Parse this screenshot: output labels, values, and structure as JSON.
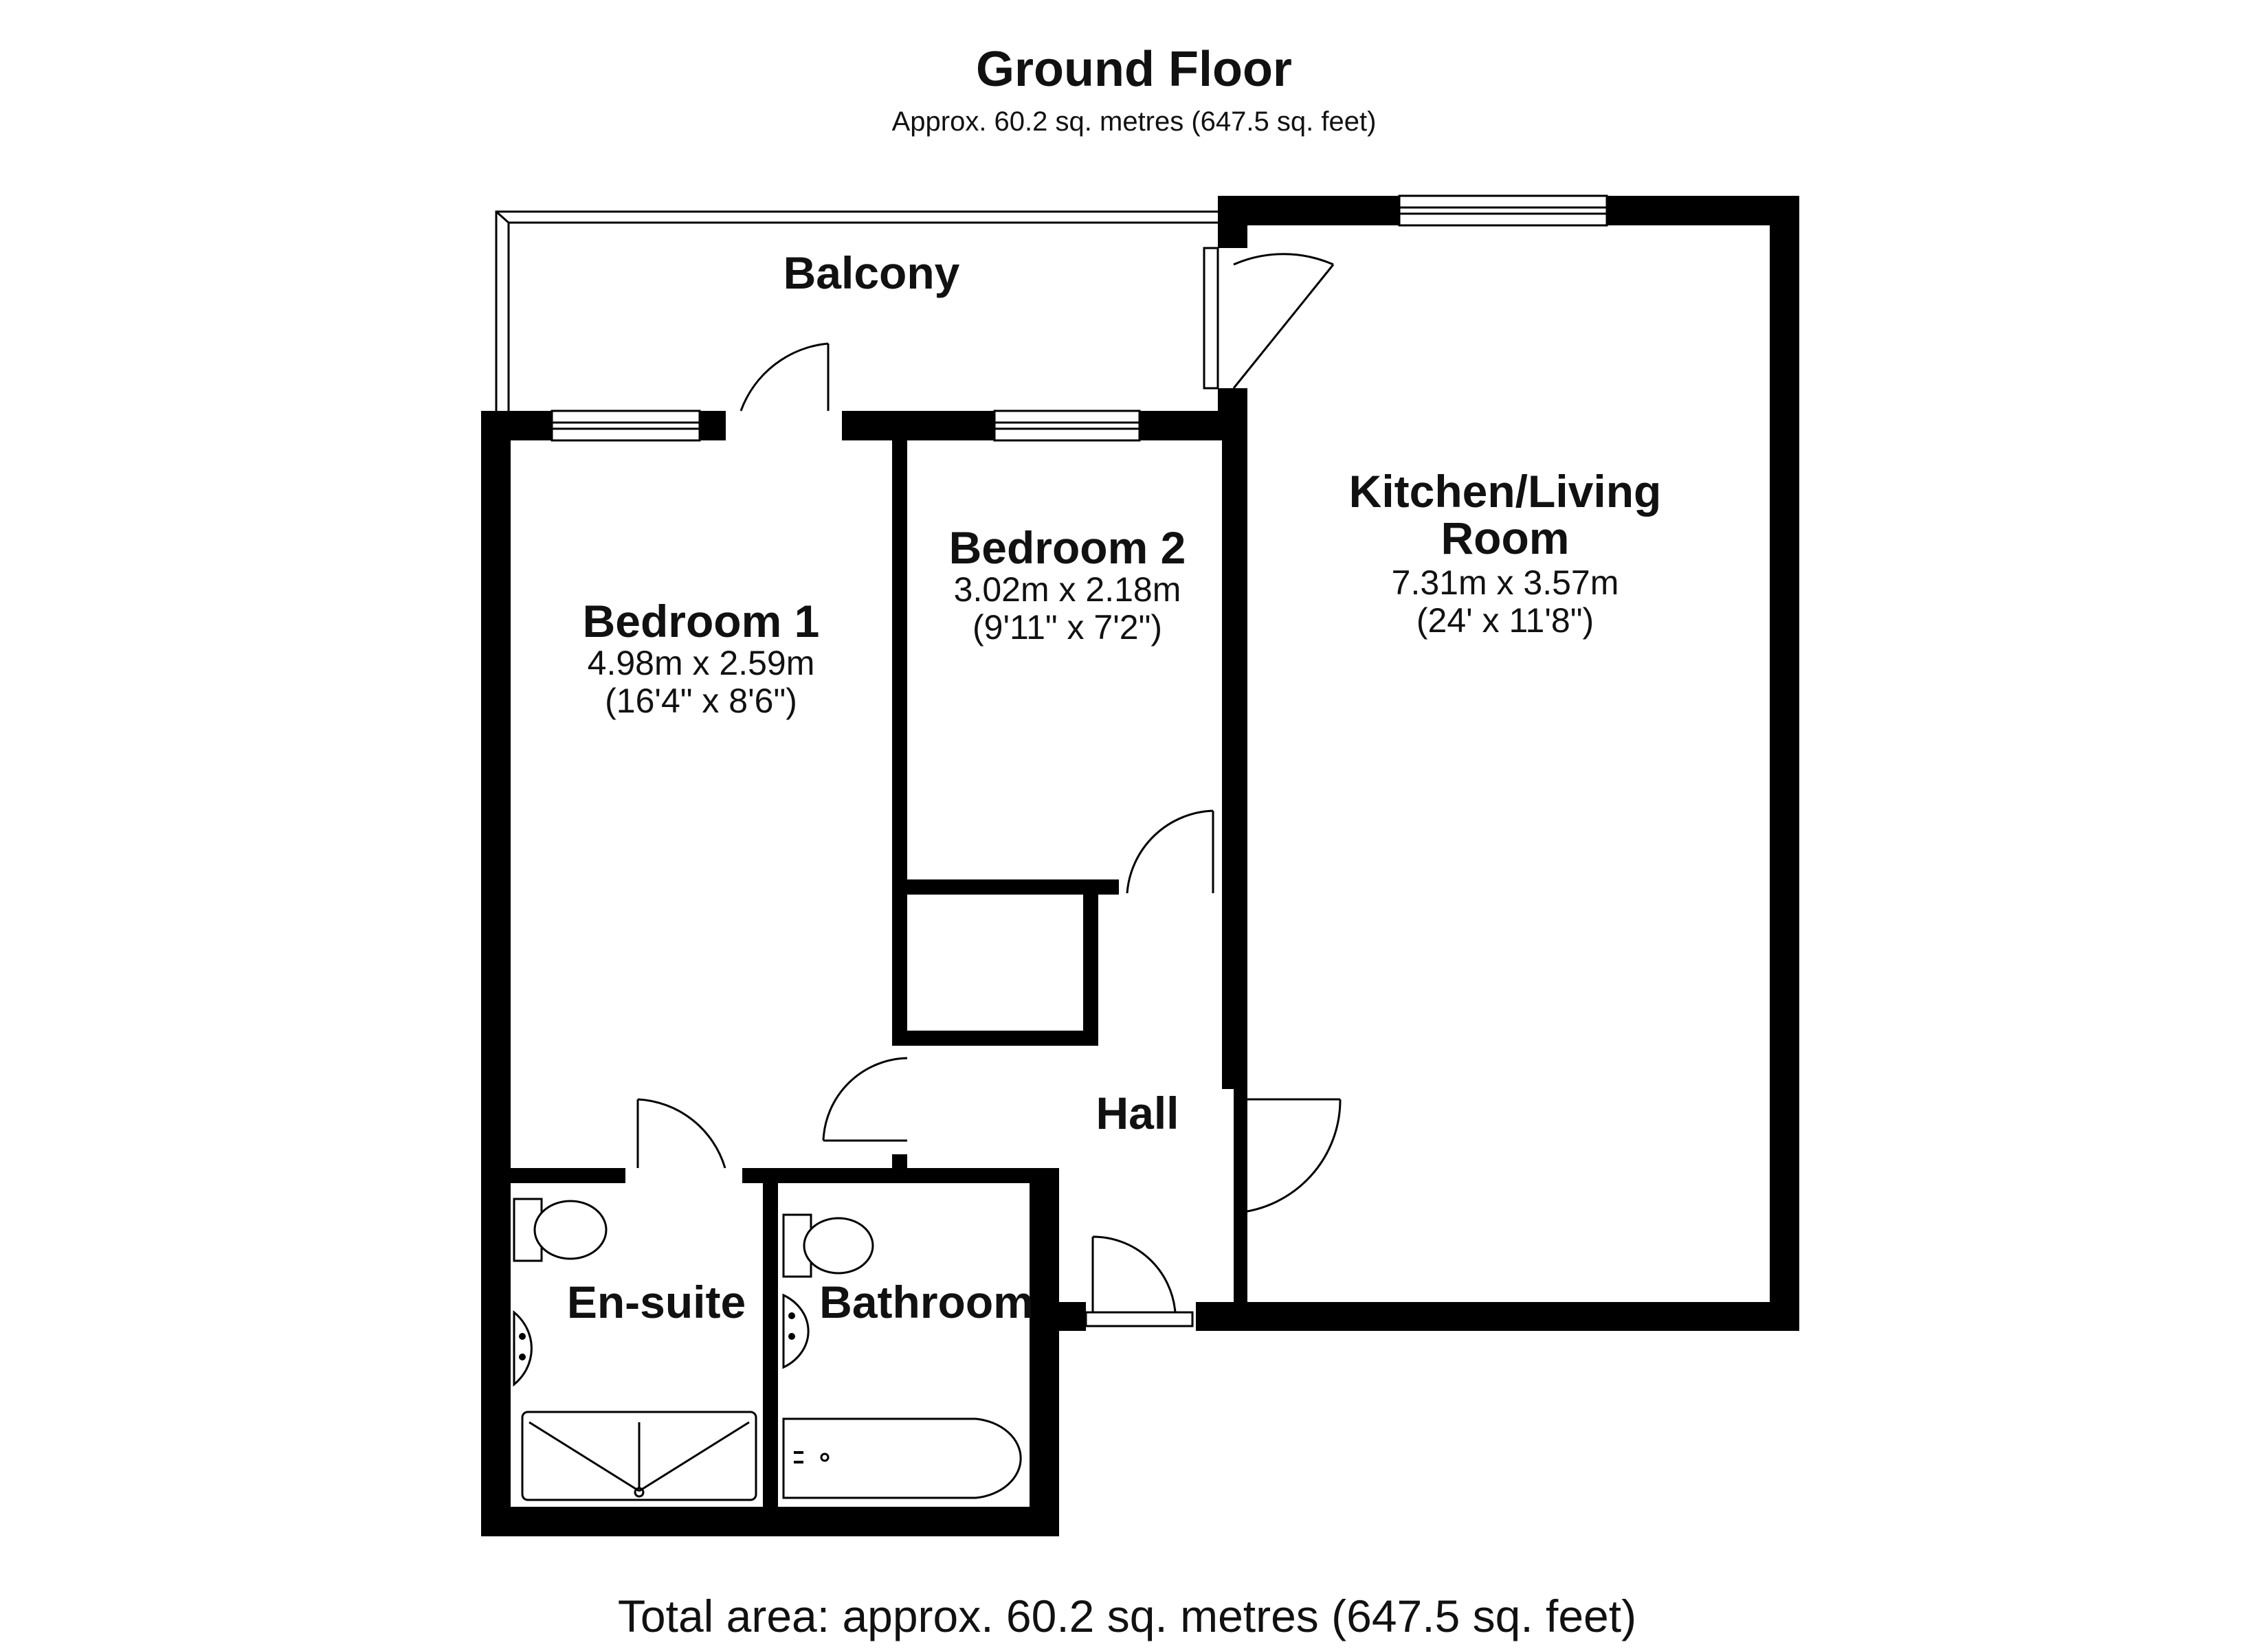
{
  "header": {
    "title": "Ground Floor",
    "subtitle": "Approx. 60.2 sq. metres (647.5 sq. feet)"
  },
  "rooms": {
    "balcony": {
      "name": "Balcony"
    },
    "bedroom1": {
      "name": "Bedroom 1",
      "size_m": "4.98m x 2.59m",
      "size_ft": "(16'4\" x 8'6\")"
    },
    "bedroom2": {
      "name": "Bedroom 2",
      "size_m": "3.02m x 2.18m",
      "size_ft": "(9'11\" x 7'2\")"
    },
    "kitchen": {
      "name_line1": "Kitchen/Living",
      "name_line2": "Room",
      "size_m": "7.31m x 3.57m",
      "size_ft": "(24' x 11'8\")"
    },
    "hall": {
      "name": "Hall"
    },
    "ensuite": {
      "name": "En-suite"
    },
    "bathroom": {
      "name": "Bathroom"
    }
  },
  "footer": {
    "total": "Total area: approx. 60.2 sq. metres (647.5 sq. feet)"
  },
  "colors": {
    "wall": "#000000",
    "background": "#ffffff",
    "text": "#111111"
  }
}
